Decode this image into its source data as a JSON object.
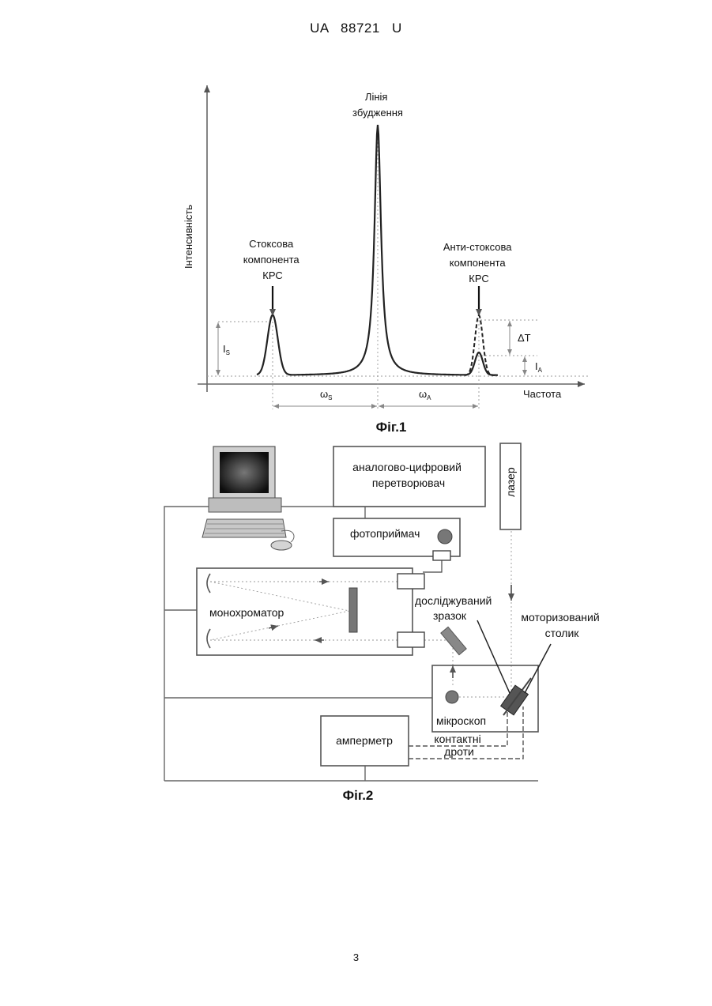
{
  "header": "UA   88721   U",
  "page_number": "3",
  "figure1": {
    "caption": "Фіг.1",
    "y_axis_label": "Інтенсивність",
    "x_axis_label": "Частота",
    "excitation_line": [
      "Лінія",
      "збудження"
    ],
    "stokes": [
      "Стоксова",
      "компонента",
      "КРС"
    ],
    "anti_stokes": [
      "Анти-стоксова",
      "компонента",
      "КРС"
    ],
    "delta_t": "ΔT",
    "i_s": "I",
    "i_s_sub": "S",
    "i_a": "I",
    "i_a_sub": "A",
    "omega_s": "ω",
    "omega_s_sub": "S",
    "omega_a": "ω",
    "omega_a_sub": "A"
  },
  "figure2": {
    "caption": "Фіг.2",
    "adc": [
      "аналогово-цифровий",
      "перетворювач"
    ],
    "laser": "лазер",
    "photodetector": "фотоприймач",
    "monochromator": "монохроматор",
    "sample": [
      "досліджуваний",
      "зразок"
    ],
    "motorized_stage": [
      "моторизований",
      "столик"
    ],
    "microscope": "мікроскоп",
    "ammeter": "амперметр",
    "contact_wires": [
      "контактні",
      "дроти"
    ]
  },
  "chart_data": {
    "type": "line",
    "title": "",
    "xlabel": "Частота",
    "ylabel": "Інтенсивність",
    "series": [
      {
        "peaks": [
          {
            "name": "Стоксова компонента КРС",
            "relative_intensity": 0.24
          },
          {
            "name": "Лінія збудження",
            "relative_intensity": 1.0
          },
          {
            "name": "Анти-стоксова компонента КРС",
            "relative_intensity": 0.09
          },
          {
            "name": "Анти-стоксова компонента КРС (dashed)",
            "relative_intensity": 0.24
          }
        ]
      }
    ]
  }
}
